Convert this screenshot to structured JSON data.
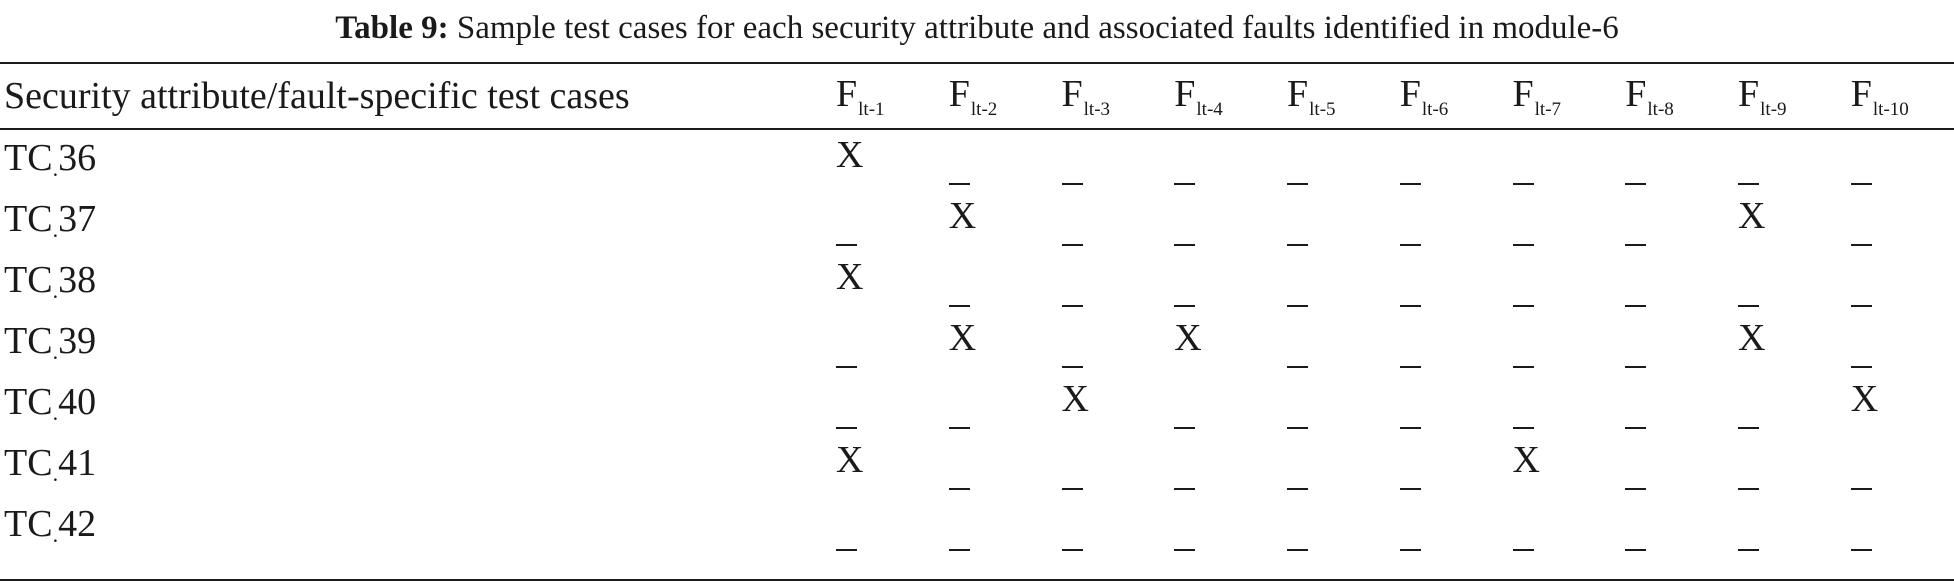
{
  "caption": {
    "label": "Table 9:",
    "text": "Sample test cases for each security attribute and associated faults identified in module-6"
  },
  "table": {
    "header_label": "Security attribute/fault-specific test cases",
    "fault_columns": [
      {
        "main": "F",
        "sub": "lt-1"
      },
      {
        "main": "F",
        "sub": "lt-2"
      },
      {
        "main": "F",
        "sub": "lt-3"
      },
      {
        "main": "F",
        "sub": "lt-4"
      },
      {
        "main": "F",
        "sub": "lt-5"
      },
      {
        "main": "F",
        "sub": "lt-6"
      },
      {
        "main": "F",
        "sub": "lt-7"
      },
      {
        "main": "F",
        "sub": "lt-8"
      },
      {
        "main": "F",
        "sub": "lt-9"
      },
      {
        "main": "F",
        "sub": "lt-10"
      }
    ],
    "rows": [
      {
        "prefix": "TC",
        "sep": ".",
        "num": "36",
        "cells": [
          "X",
          "_",
          "_",
          "_",
          "_",
          "_",
          "_",
          "_",
          "_",
          "_"
        ]
      },
      {
        "prefix": "TC",
        "sep": ".",
        "num": "37",
        "cells": [
          "_",
          "X",
          "_",
          "_",
          "_",
          "_",
          "_",
          "_",
          "X",
          "_"
        ]
      },
      {
        "prefix": "TC",
        "sep": ".",
        "num": "38",
        "cells": [
          "X",
          "_",
          "_",
          "_",
          "_",
          "_",
          "_",
          "_",
          "_",
          "_"
        ]
      },
      {
        "prefix": "TC",
        "sep": ".",
        "num": "39",
        "cells": [
          "_",
          "X",
          "_",
          "X",
          "_",
          "_",
          "_",
          "_",
          "X",
          "_"
        ]
      },
      {
        "prefix": "TC",
        "sep": ".",
        "num": "40",
        "cells": [
          "_",
          "_",
          "X",
          "_",
          "_",
          "_",
          "_",
          "_",
          "_",
          "X"
        ]
      },
      {
        "prefix": "TC",
        "sep": ".",
        "num": "41",
        "cells": [
          "X",
          "_",
          "_",
          "_",
          "_",
          "_",
          "X",
          "_",
          "_",
          "_"
        ]
      },
      {
        "prefix": "TC",
        "sep": ".",
        "num": "42",
        "cells": [
          "_",
          "_",
          "_",
          "_",
          "_",
          "_",
          "_",
          "_",
          "_",
          "_"
        ]
      }
    ]
  }
}
